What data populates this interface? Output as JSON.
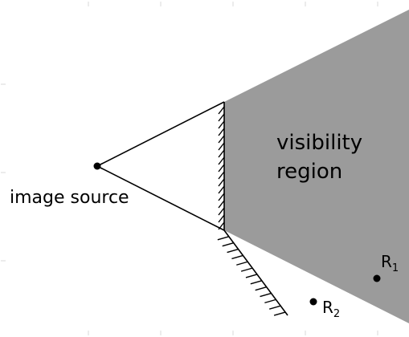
{
  "diagram": {
    "region_label_line1": "visibility",
    "region_label_line2": "region",
    "source_label": "image source",
    "receiver1": {
      "main": "R",
      "subscript": "1"
    },
    "receiver2": {
      "main": "R",
      "subscript": "2"
    },
    "colors": {
      "region_fill": "#9b9b9b",
      "stroke": "#000000",
      "background": "#ffffff"
    }
  }
}
